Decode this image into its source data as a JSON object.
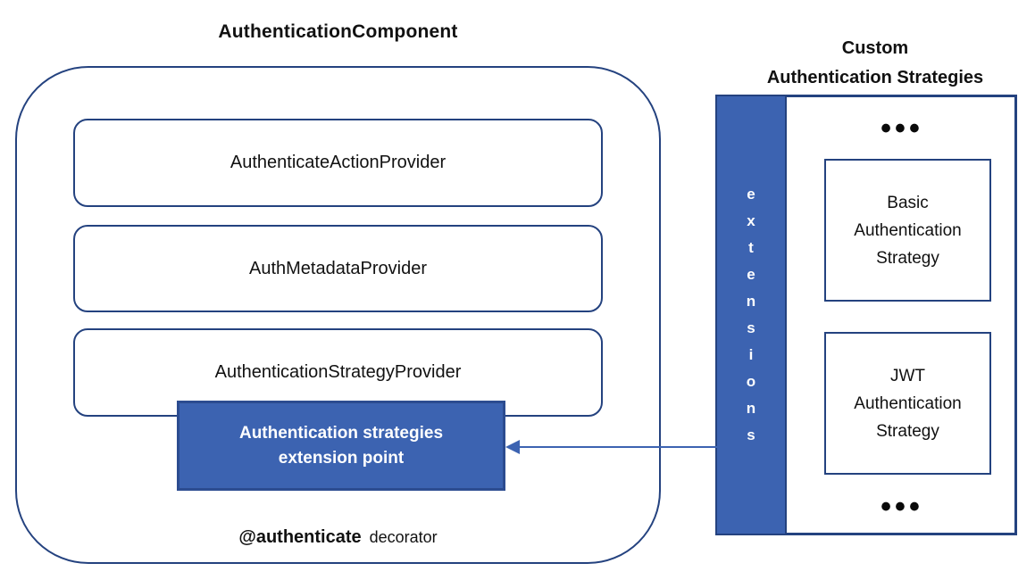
{
  "component": {
    "title": "AuthenticationComponent",
    "providers": [
      "AuthenticateActionProvider",
      "AuthMetadataProvider",
      "AuthenticationStrategyProvider"
    ],
    "extension_point": {
      "line1": "Authentication strategies",
      "line2": "extension point"
    },
    "decorator_name": "@authenticate",
    "decorator_suffix": "decorator"
  },
  "custom": {
    "title_line1": "Custom",
    "title_line2": "Authentication Strategies",
    "extensions_word": "extensions",
    "extensions_letters": [
      "e",
      "x",
      "t",
      "e",
      "n",
      "s",
      "i",
      "o",
      "n",
      "s"
    ],
    "ellipsis_top": "•••",
    "ellipsis_bottom": "•••",
    "strategies": [
      {
        "lines": [
          "Basic",
          "Authentication",
          "Strategy"
        ]
      },
      {
        "lines": [
          "JWT",
          "Authentication",
          "Strategy"
        ]
      }
    ]
  },
  "colors": {
    "navy": "#24427F",
    "accent": "#3C63B1",
    "accentBorder": "#2C4C90",
    "text": "#111111"
  }
}
